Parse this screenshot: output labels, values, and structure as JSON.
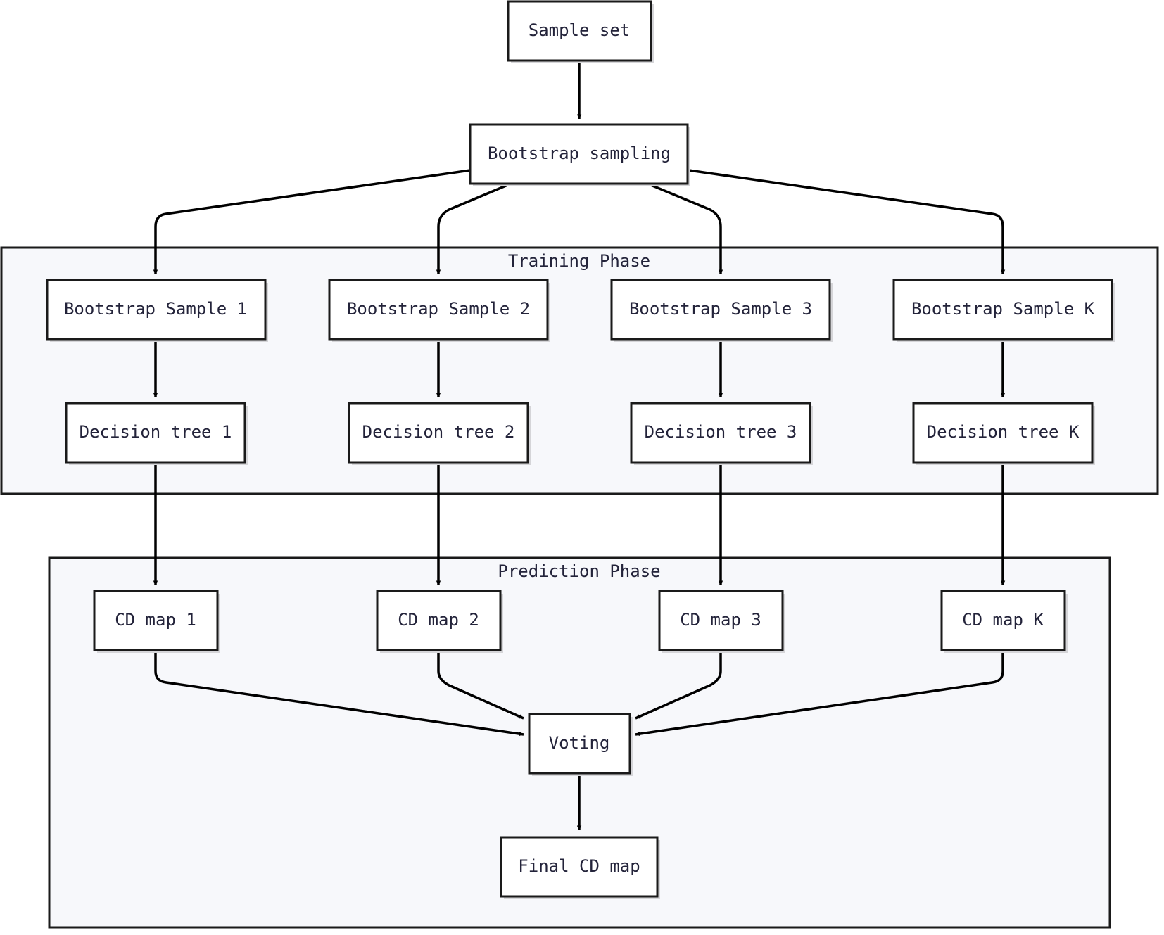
{
  "groups": {
    "training": {
      "label": "Training Phase"
    },
    "prediction": {
      "label": "Prediction Phase"
    }
  },
  "nodes": {
    "sample_set": "Sample set",
    "bootstrap_sampling": "Bootstrap sampling",
    "bootstrap_sample_1": "Bootstrap Sample 1",
    "bootstrap_sample_2": "Bootstrap Sample 2",
    "bootstrap_sample_3": "Bootstrap Sample 3",
    "bootstrap_sample_k": "Bootstrap Sample K",
    "decision_tree_1": "Decision tree 1",
    "decision_tree_2": "Decision tree 2",
    "decision_tree_3": "Decision tree 3",
    "decision_tree_k": "Decision tree K",
    "cd_map_1": "CD map 1",
    "cd_map_2": "CD map 2",
    "cd_map_3": "CD map 3",
    "cd_map_k": "CD map K",
    "voting": "Voting",
    "final_cd_map": "Final CD map"
  },
  "edges": [
    [
      "sample_set",
      "bootstrap_sampling"
    ],
    [
      "bootstrap_sampling",
      "bootstrap_sample_1"
    ],
    [
      "bootstrap_sampling",
      "bootstrap_sample_2"
    ],
    [
      "bootstrap_sampling",
      "bootstrap_sample_3"
    ],
    [
      "bootstrap_sampling",
      "bootstrap_sample_k"
    ],
    [
      "bootstrap_sample_1",
      "decision_tree_1"
    ],
    [
      "bootstrap_sample_2",
      "decision_tree_2"
    ],
    [
      "bootstrap_sample_3",
      "decision_tree_3"
    ],
    [
      "bootstrap_sample_k",
      "decision_tree_k"
    ],
    [
      "decision_tree_1",
      "cd_map_1"
    ],
    [
      "decision_tree_2",
      "cd_map_2"
    ],
    [
      "decision_tree_3",
      "cd_map_3"
    ],
    [
      "decision_tree_k",
      "cd_map_k"
    ],
    [
      "cd_map_1",
      "voting"
    ],
    [
      "cd_map_2",
      "voting"
    ],
    [
      "cd_map_3",
      "voting"
    ],
    [
      "cd_map_k",
      "voting"
    ],
    [
      "voting",
      "final_cd_map"
    ]
  ],
  "colors": {
    "node_fill": "#ffffff",
    "node_border": "#1a1a1a",
    "group_fill": "#f7f8fb",
    "edge": "#000000",
    "text": "#23233a"
  }
}
